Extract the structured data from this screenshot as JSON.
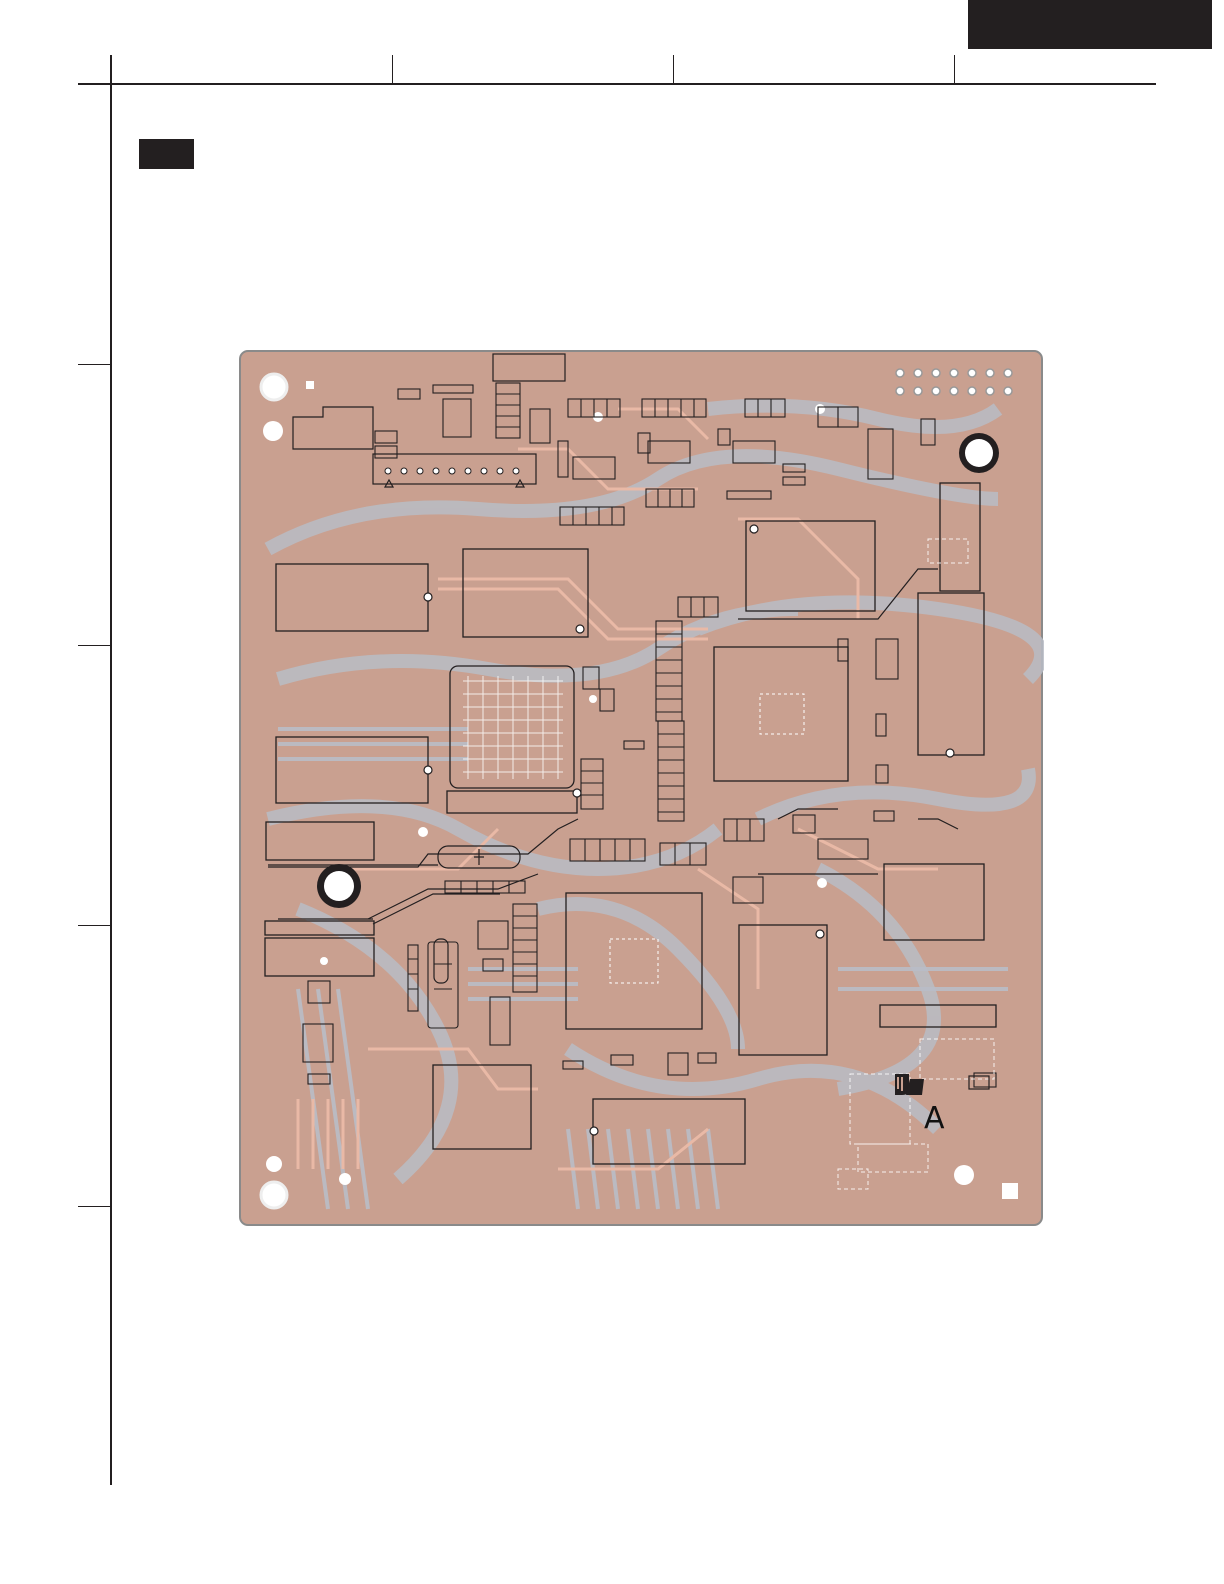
{
  "page": {
    "board_marking": "A",
    "colors": {
      "board": "#c9a090",
      "trace_light": "#b9bdc6",
      "trace_copper": "#e9b9a6",
      "ink": "#231f20"
    },
    "icons": [
      "ul-listing-mark",
      "mounting-hole",
      "pcb-component-layout"
    ]
  }
}
